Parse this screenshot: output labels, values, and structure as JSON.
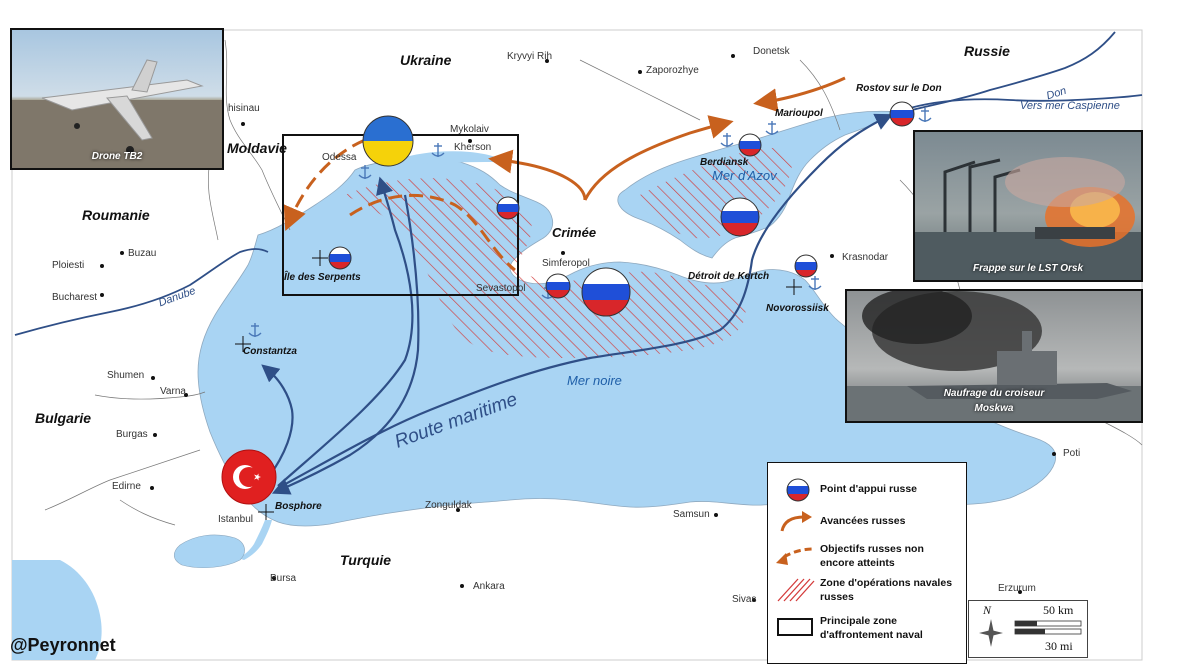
{
  "countries": {
    "ukraine": "Ukraine",
    "russie": "Russie",
    "moldavie": "Moldavie",
    "roumanie": "Roumanie",
    "bulgarie": "Bulgarie",
    "turquie": "Turquie"
  },
  "region_crimee": "Crimée",
  "cities": {
    "donetsk": "Donetsk",
    "kryvyi_rih": "Kryvyi Rih",
    "zaporozhye": "Zaporozhye",
    "chisinau": "hisinau",
    "mykolaiv": "Mykolaiv",
    "kherson": "Kherson",
    "odessa": "Odessa",
    "simferopol": "Simferopol",
    "sevastopol": "Sevastopol",
    "krasnodar": "Krasnodar",
    "ploiesti": "Ploiesti",
    "buzau": "Buzau",
    "bucharest": "Bucharest",
    "shumen": "Shumen",
    "varna": "Varna",
    "burgas": "Burgas",
    "edirne": "Edirne",
    "istanbul": "Istanbul",
    "bursa": "Bursa",
    "zonguldak": "Zonguldak",
    "samsun": "Samsun",
    "ankara": "Ankara",
    "sivas": "Sivas",
    "erzurum": "Erzurum",
    "poti": "Poti"
  },
  "bases": {
    "marioupol": "Marioupol",
    "rostov": "Rostov sur le Don",
    "berdiansk": "Berdiansk",
    "novorossiisk": "Novorossiisk",
    "detroit_kertch": "Détroit de Kertch",
    "ile_serpents": "Île des Serpents",
    "constantza": "Constantza",
    "bosphore": "Bosphore"
  },
  "seas": {
    "mer_noire": "Mer noire",
    "mer_azov": "Mer d'Azov"
  },
  "rivers": {
    "don": "Don",
    "danube": "Danube",
    "caspienne": "Vers mer Caspienne"
  },
  "route_label": "Route maritime",
  "photos": {
    "drone": "Drone TB2",
    "orsk": "Frappe sur le LST Orsk",
    "moskwa_line1": "Naufrage du croiseur",
    "moskwa_line2": "Moskwa"
  },
  "legend": {
    "point_appui": "Point d'appui russe",
    "avancees": "Avancées russes",
    "objectifs_line1": "Objectifs russes non",
    "objectifs_line2": "encore atteints",
    "zone_line1": "Zone d'opérations navales",
    "zone_line2": "russes",
    "principale_line1": "Principale zone",
    "principale_line2": "d'affrontement naval"
  },
  "scale": {
    "north": "N",
    "km": "50 km",
    "mi": "30 mi"
  },
  "watermark": "@Peyronnet",
  "colors": {
    "sea": "#a9d4f3",
    "land": "#ffffff",
    "advance": "#c8611e",
    "route": "#2f4f87",
    "hatch": "#d43a3a"
  }
}
